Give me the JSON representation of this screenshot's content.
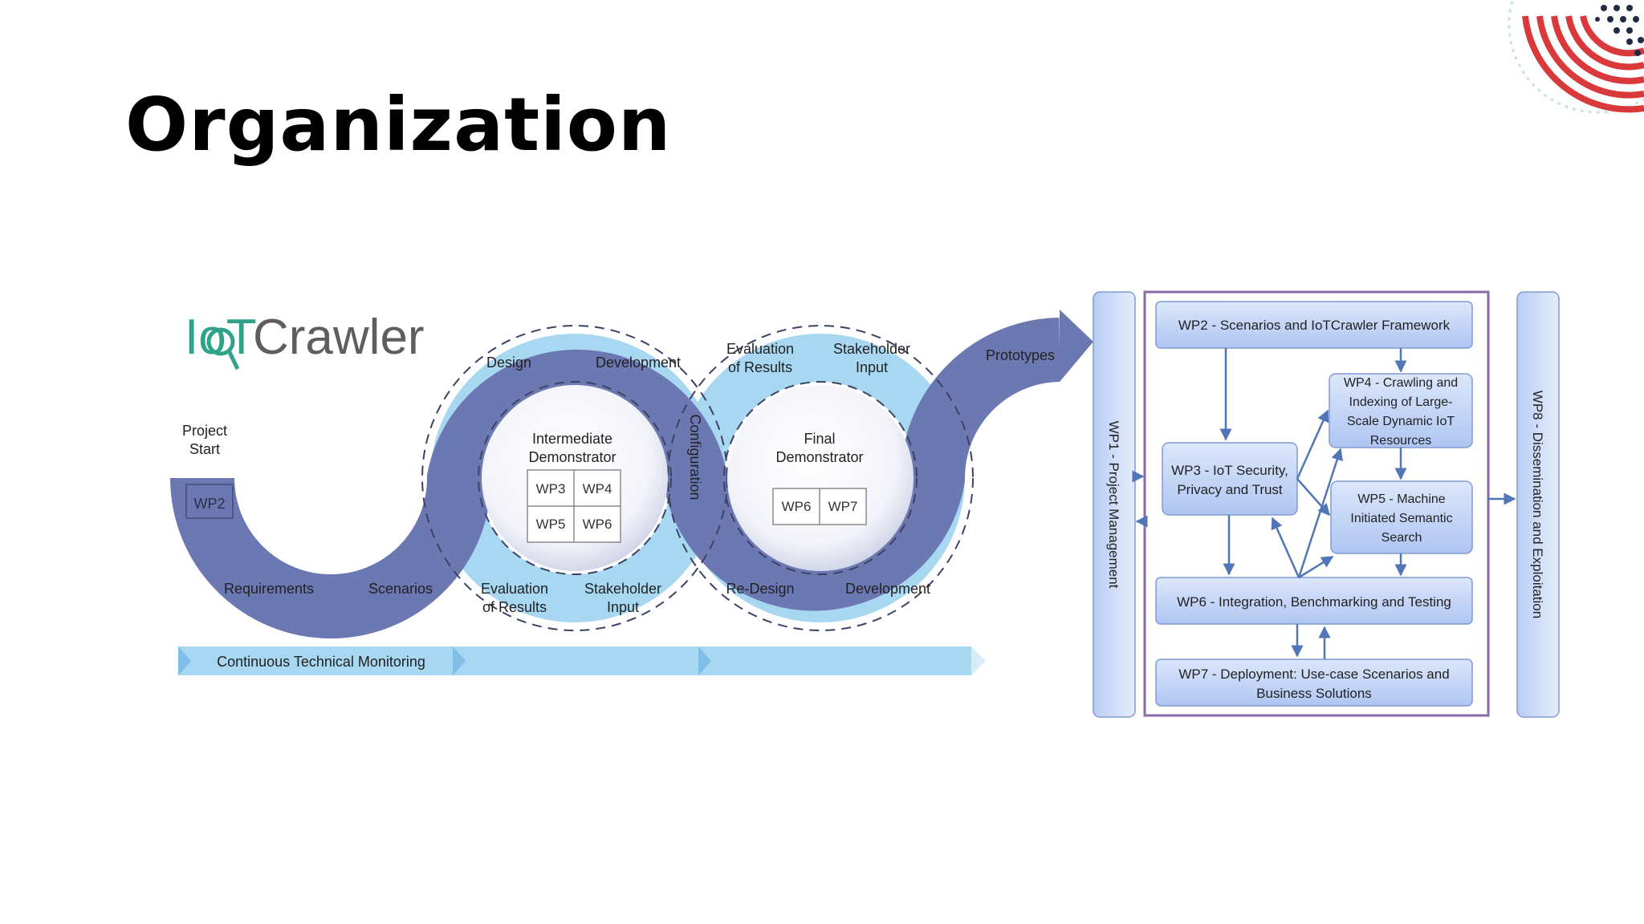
{
  "slide": {
    "title": "Organization"
  },
  "logo": {
    "text_iot": "IoT",
    "text_crawler": "Crawler"
  },
  "cycle": {
    "project_start": [
      "Project",
      "Start"
    ],
    "wp2_box": "WP2",
    "requirements": "Requirements",
    "scenarios": "Scenarios",
    "design": "Design",
    "development_1": "Development",
    "configuration": "Configuration",
    "eval_bottom": [
      "Evaluation",
      "of Results"
    ],
    "stakeholder_bottom": [
      "Stakeholder",
      "Input"
    ],
    "eval_top": [
      "Evaluation",
      "of Results"
    ],
    "stakeholder_top": [
      "Stakeholder",
      "Input"
    ],
    "redesign": "Re-Design",
    "development_2": "Development",
    "prototypes": "Prototypes",
    "intermediate": {
      "title": [
        "Intermediate",
        "Demonstrator"
      ],
      "cells": [
        "WP3",
        "WP4",
        "WP5",
        "WP6"
      ]
    },
    "final": {
      "title": [
        "Final",
        "Demonstrator"
      ],
      "cells": [
        "WP6",
        "WP7"
      ]
    },
    "monitoring": "Continuous Technical Monitoring"
  },
  "workpackages": {
    "wp1": "WP1 - Project Management",
    "wp8": "WP8 - Dissemination and Exploitation",
    "wp2": "WP2 - Scenarios and IoTCrawler Framework",
    "wp3": [
      "WP3 - IoT Security,",
      "Privacy and Trust"
    ],
    "wp4": [
      "WP4 - Crawling and",
      "Indexing of Large-",
      "Scale Dynamic IoT",
      "Resources"
    ],
    "wp5": [
      "WP5 - Machine",
      "Initiated Semantic",
      "Search"
    ],
    "wp6": "WP6 - Integration, Benchmarking and Testing",
    "wp7": [
      "WP7 - Deployment: Use-case Scenarios and",
      "Business Solutions"
    ]
  },
  "colors": {
    "dark_band": "#6C78B2",
    "light_band": "#A7D7F1",
    "box_fill": "#C3D4F6",
    "arrow": "#5076B8",
    "frame": "#8A6AA8",
    "logo_teal": "#2FA38A",
    "logo_gray": "#5E5E5E",
    "accent_red": "#D9393B"
  }
}
